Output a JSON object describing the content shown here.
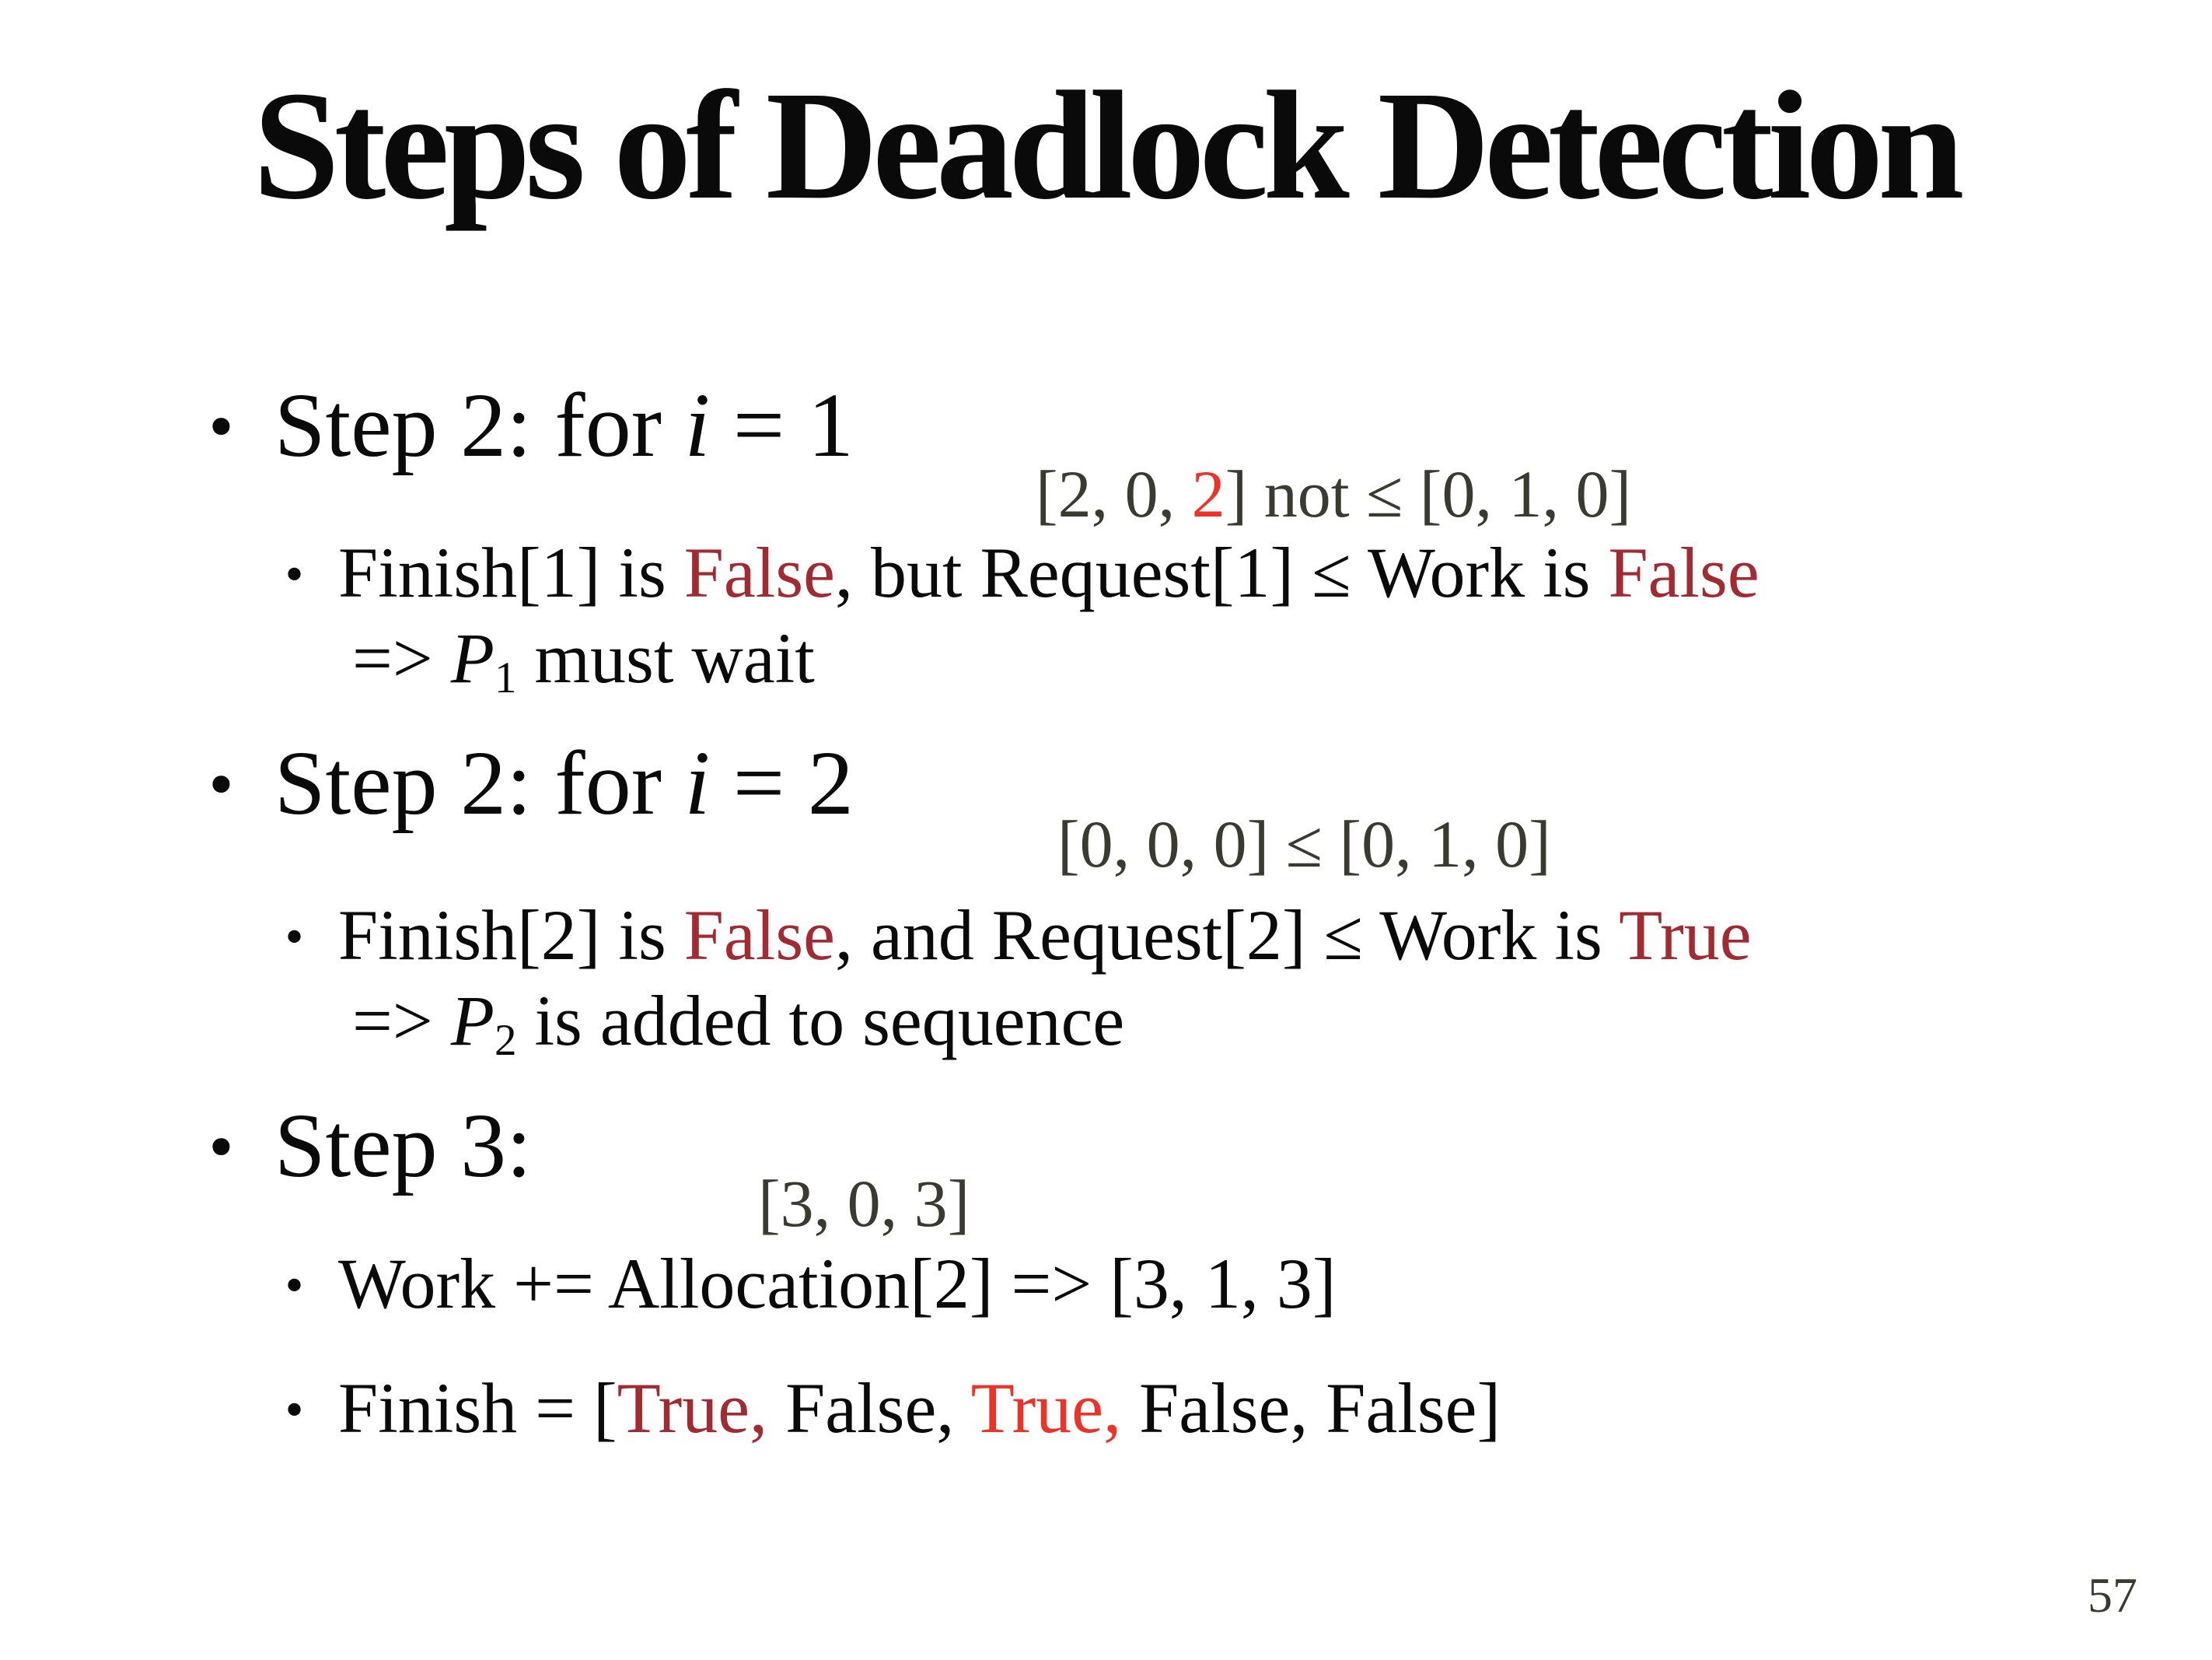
{
  "title": "Steps of Deadlock Detection",
  "bullet_char": "•",
  "page_number": "57",
  "colors": {
    "ink": "#0a0a0a",
    "annotation_gray": "#3a3a30",
    "dark_red": "#a12a33",
    "bright_red": "#ee3227",
    "background": "#ffffff"
  },
  "sections": [
    {
      "heading": {
        "pre": "Step 2: for ",
        "var": "i",
        "post": " = 1"
      },
      "annotation": {
        "pre": "[2, 0, ",
        "highlight": "2",
        "post": "] not ≤ [0, 1, 0]"
      },
      "line1": {
        "pre": "Finish[1] is ",
        "flag1": "False",
        "mid": ", but Request[1] ≤ Work is ",
        "flag2": "False"
      },
      "line2": {
        "arrow": "=> ",
        "p": "P",
        "sub": "1",
        "rest": " must wait"
      }
    },
    {
      "heading": {
        "pre": "Step 2: for ",
        "var": "i",
        "post": " = 2"
      },
      "annotation": {
        "text": "[0, 0, 0] ≤ [0, 1, 0]"
      },
      "line1": {
        "pre": "Finish[2] is ",
        "flag1": "False",
        "mid": ", and Request[2] ≤ Work is ",
        "flag2": "True"
      },
      "line2": {
        "arrow": "=> ",
        "p": "P",
        "sub": "2",
        "rest": " is added to sequence"
      }
    },
    {
      "heading": {
        "text": "Step 3:"
      },
      "annotation": {
        "text": "[3, 0, 3]"
      },
      "line1": {
        "text": "Work += Allocation[2] => [3, 1, 3]"
      },
      "line2": {
        "pre": "Finish = [",
        "true1": "True,",
        "mid1": " False, ",
        "true2": "True,",
        "mid2": " False, False]"
      }
    }
  ]
}
